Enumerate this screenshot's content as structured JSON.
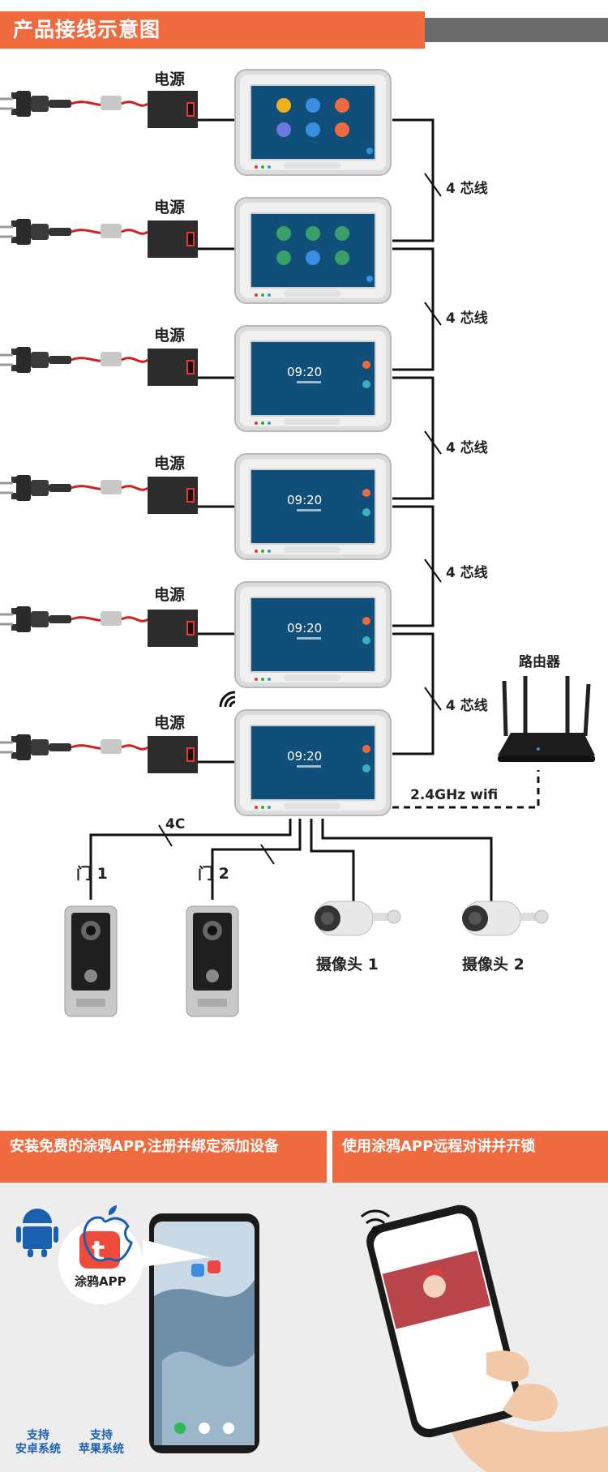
{
  "header": {
    "title": "产品接线示意图"
  },
  "labels": {
    "power": "电源",
    "cable_4core": "4 芯线",
    "router": "路由器",
    "wifi": "2.4GHz wifi",
    "cable_4c": "4C",
    "door1": "门 1",
    "door2": "门 2",
    "camera1": "摄像头 1",
    "camera2": "摄像头 2"
  },
  "monitor_screen": {
    "time": "09:20"
  },
  "banners": {
    "left": "安装免费的涂鸦APP,注册并绑定添加设备",
    "right": "使用涂鸦APP远程对讲并开锁"
  },
  "app": {
    "name": "涂鸦APP",
    "logo_letter": "t"
  },
  "support": {
    "android_line1": "支持",
    "android_line2": "安卓系统",
    "ios_line1": "支持",
    "ios_line2": "苹果系统"
  },
  "colors": {
    "accent": "#ef6a3f",
    "gray_bar": "#6b6b6b",
    "screen": "#0f4f7a",
    "support_blue": "#1a5fb0"
  }
}
